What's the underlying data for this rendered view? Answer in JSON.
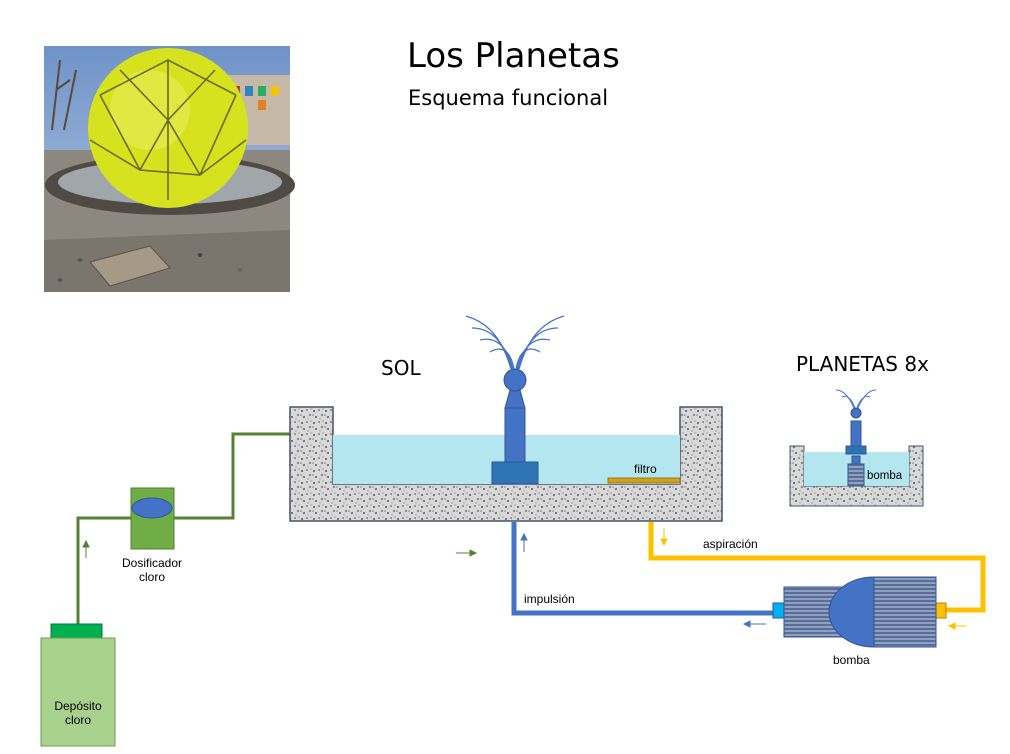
{
  "header": {
    "title": "Los Planetas",
    "subtitle": "Esquema funcional"
  },
  "photo": {
    "subject": "yellow geodesic fountain sphere"
  },
  "labels": {
    "sol": "SOL",
    "planetas": "PLANETAS 8x",
    "filtro": "filtro",
    "bomba_planeta": "bomba",
    "aspiracion": "aspiración",
    "impulsion": "impulsión",
    "bomba_main": "bomba",
    "dosificador_line1": "Dosificador",
    "dosificador_line2": "cloro",
    "deposito_line1": "Depósito",
    "deposito_line2": "cloro"
  },
  "colors": {
    "impulsion_pipe": "#4472c4",
    "aspiracion_pipe": "#ffc000",
    "chlorine_pipe": "#548235",
    "water": "#b4e6f0",
    "tank_green": "#a9d18e",
    "cap_green": "#00b050"
  }
}
